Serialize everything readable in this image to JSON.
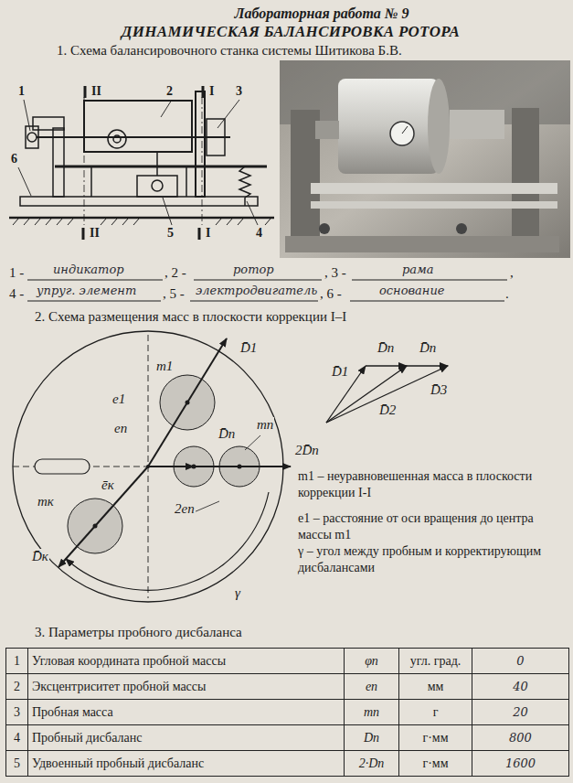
{
  "diagram": {
    "title": "Лабораторная работа № 9",
    "labels": [
      "ДИНАМИЧЕСКАЯ БАЛАНСИРОВКА РОТОРА",
      "1. Схема балансировочного станка системы Шитикова Б.В.",
      "1",
      "II",
      "2",
      "I",
      "3",
      "6",
      "II",
      "5",
      "I",
      "4",
      "1 -",
      "индикатор",
      ", 2 -",
      "ротор",
      ", 3 -",
      "рама",
      ",",
      "4 -",
      "упруг. элемент",
      ", 5 -",
      "электродвигатель",
      ", 6 -",
      "основание",
      ".",
      "2. Схема размещения масс в плоскости коррекции I–I",
      "m1",
      "D̄1",
      "e1",
      "eп",
      "D̄п",
      "mп",
      "2D̄п",
      "mк",
      "ēк",
      "2eп",
      "D̄к",
      "γ",
      "D̄п",
      "D̄п",
      "D̄1",
      "D̄3",
      "D̄2",
      "m1 – неуравновешенная масса в плоскости коррекции I-I",
      "e1 – расстояние от оси вращения до центра массы m1",
      "γ – угол между пробным и корректирующим дисбалансами",
      "3. Параметры пробного дисбаланса",
      "1",
      "Угловая координата пробной массы",
      "φп",
      "угл. град.",
      "0",
      "2",
      "Эксцентриситет пробной массы",
      "eп",
      "мм",
      "40",
      "3",
      "Пробная масса",
      "mп",
      "г",
      "20",
      "4",
      "Пробный дисбаланс",
      "Dп",
      "г·мм",
      "800",
      "5",
      "Удвоенный пробный дисбаланс",
      "2·Dп",
      "г·мм",
      "1600"
    ]
  }
}
